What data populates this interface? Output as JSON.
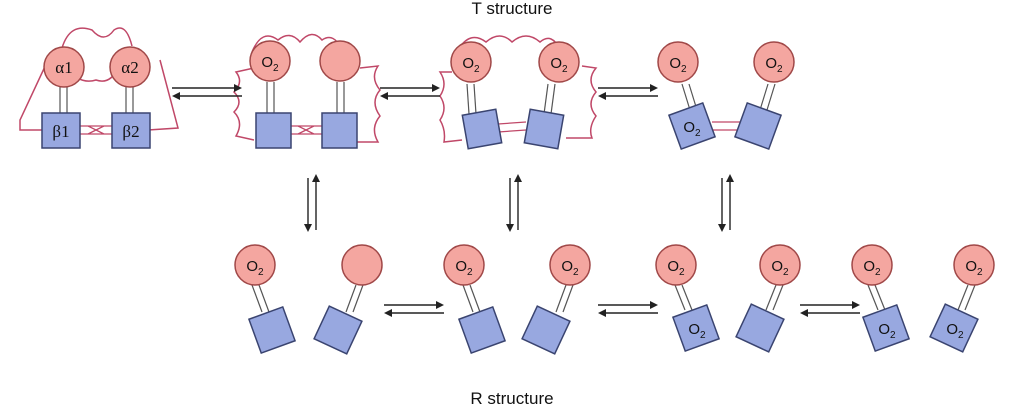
{
  "labels": {
    "t_structure": "T structure",
    "r_structure": "R structure",
    "alpha1": "α1",
    "alpha2": "α2",
    "beta1": "β1",
    "beta2": "β2",
    "o2_main": "O",
    "o2_sub": "2"
  },
  "colors": {
    "alpha_fill": "#f4a6a0",
    "alpha_stroke": "#a04848",
    "beta_fill": "#98a8e0",
    "beta_stroke": "#3a4470",
    "link": "#c04868",
    "arrow": "#222222"
  }
}
